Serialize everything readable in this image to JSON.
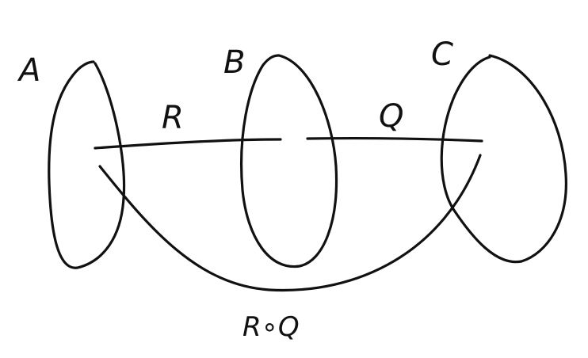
{
  "sets": {
    "a": {
      "label": "A"
    },
    "b": {
      "label": "B"
    },
    "c": {
      "label": "C"
    }
  },
  "relations": {
    "r": {
      "label": "R"
    },
    "q": {
      "label": "Q"
    },
    "composition": {
      "label": "R∘Q"
    }
  }
}
